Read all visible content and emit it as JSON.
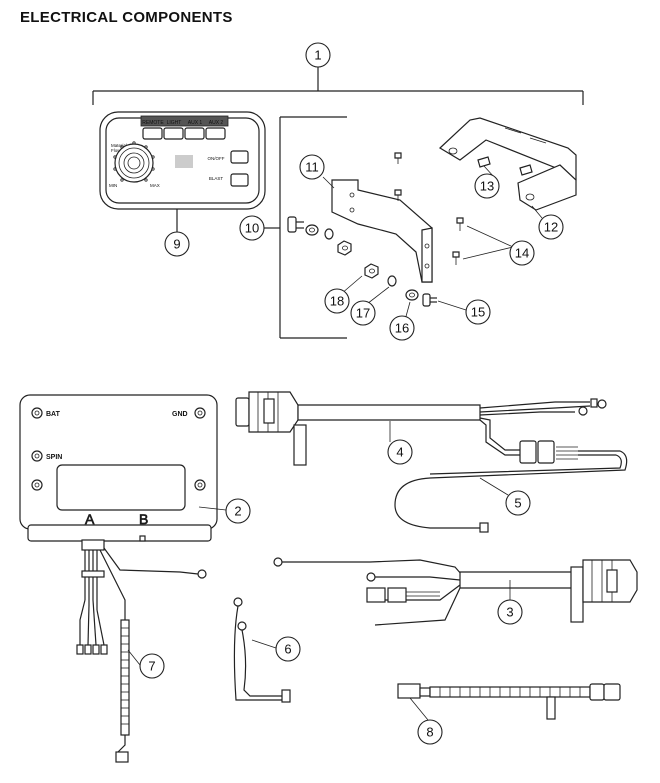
{
  "title": "ELECTRICAL COMPONENTS",
  "controller": {
    "buttons": [
      "REMOTE",
      "LIGHT",
      "AUX 1",
      "AUX 2"
    ],
    "knob_label_top": "Material\nFlow",
    "knob_min": "MIN",
    "knob_max": "MAX",
    "on_off": "ON/OFF",
    "blast": "BLAST"
  },
  "module": {
    "bat": "BAT",
    "gnd": "GND",
    "spin": "SPIN",
    "port_a": "A",
    "port_b": "B"
  },
  "callouts": [
    "1",
    "2",
    "3",
    "4",
    "5",
    "6",
    "7",
    "8",
    "9",
    "10",
    "11",
    "12",
    "13",
    "14",
    "15",
    "16",
    "17",
    "18"
  ]
}
